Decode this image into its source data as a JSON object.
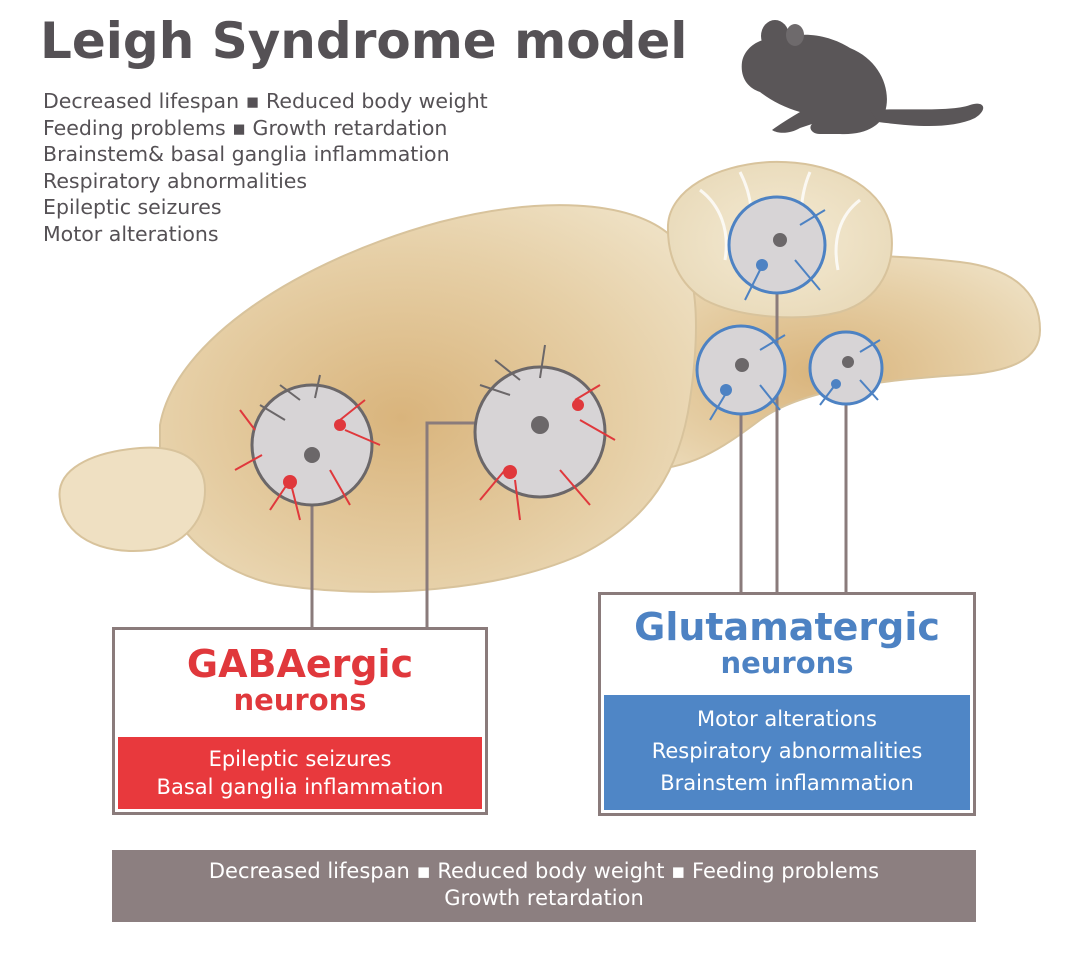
{
  "title": "Leigh Syndrome model",
  "model_symptoms": [
    "Decreased lifespan ▪ Reduced body weight",
    "Feeding problems ▪ Growth retardation",
    "Brainstem& basal ganglia inflammation",
    "Respiratory abnormalities",
    "Epileptic seizures",
    "Motor alterations"
  ],
  "gabaergic": {
    "name": "GABAergic",
    "subtitle": "neurons",
    "effects": [
      "Epileptic seizures",
      "Basal ganglia inflammation"
    ],
    "color": "#e8393d"
  },
  "glutamatergic": {
    "name": "Glutamatergic",
    "subtitle": "neurons",
    "effects": [
      "Motor alterations",
      "Respiratory abnormalities",
      "Brainstem inflammation"
    ],
    "color": "#4f86c6"
  },
  "shared_effects": [
    "Decreased lifespan ▪ Reduced body weight ▪ Feeding problems",
    "Growth retardation"
  ],
  "icons": [
    "mouse-icon",
    "brain-illustration",
    "neuron-circle-icon"
  ],
  "colors": {
    "title_text": "#555155",
    "connector": "#8a7b7b",
    "shared_box": "#8c7f80",
    "brain_fill": "#e6cfa6"
  }
}
